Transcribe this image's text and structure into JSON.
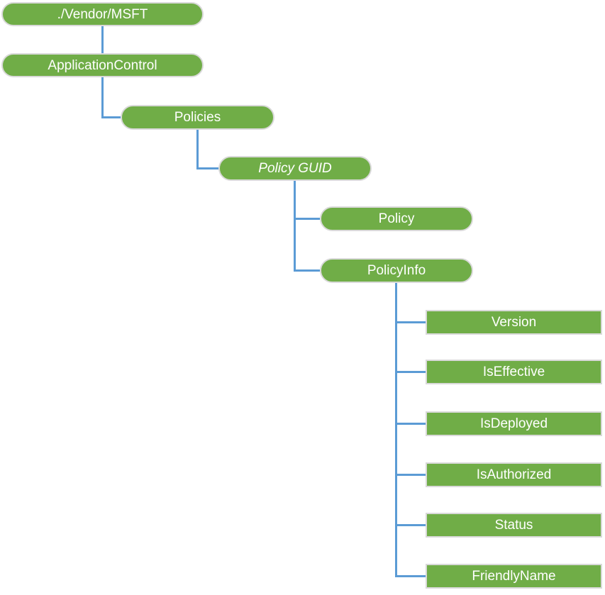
{
  "diagram": {
    "theme": {
      "node-fill": "#70AD47",
      "node-border": "#D9D9D9",
      "node-text": "#FFFFFF",
      "connector": "#5B9BD5",
      "background": "#FFFFFF"
    },
    "nodes": [
      {
        "id": "vendor-msft",
        "label": "./Vendor/MSFT",
        "shape": "pill",
        "parent": null
      },
      {
        "id": "application-control",
        "label": "ApplicationControl",
        "shape": "pill",
        "parent": "vendor-msft"
      },
      {
        "id": "policies",
        "label": "Policies",
        "shape": "pill",
        "parent": "application-control"
      },
      {
        "id": "policy-guid",
        "label": "Policy GUID",
        "shape": "pill",
        "italic": true,
        "parent": "policies"
      },
      {
        "id": "policy",
        "label": "Policy",
        "shape": "pill",
        "parent": "policy-guid"
      },
      {
        "id": "policy-info",
        "label": "PolicyInfo",
        "shape": "pill",
        "parent": "policy-guid"
      },
      {
        "id": "version",
        "label": "Version",
        "shape": "rect",
        "parent": "policy-info"
      },
      {
        "id": "is-effective",
        "label": "IsEffective",
        "shape": "rect",
        "parent": "policy-info"
      },
      {
        "id": "is-deployed",
        "label": "IsDeployed",
        "shape": "rect",
        "parent": "policy-info"
      },
      {
        "id": "is-authorized",
        "label": "IsAuthorized",
        "shape": "rect",
        "parent": "policy-info"
      },
      {
        "id": "status",
        "label": "Status",
        "shape": "rect",
        "parent": "policy-info"
      },
      {
        "id": "friendly-name",
        "label": "FriendlyName",
        "shape": "rect",
        "parent": "policy-info"
      }
    ]
  }
}
